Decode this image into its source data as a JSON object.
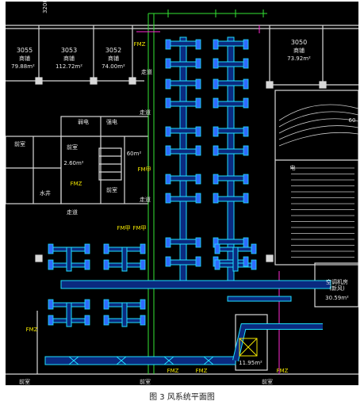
{
  "caption": "图 3 风系统平面图",
  "dimension_top": "3200",
  "rooms": [
    {
      "id": "r3055",
      "number": "3055",
      "use": "商铺",
      "area": "79.88m²"
    },
    {
      "id": "r3053",
      "number": "3053",
      "use": "商铺",
      "area": "112.72m²"
    },
    {
      "id": "r3052",
      "number": "3052",
      "use": "商铺",
      "area": "74.00m²"
    },
    {
      "id": "r3050",
      "number": "3050",
      "use": "商铺",
      "area": "73.92m²"
    }
  ],
  "labels": {
    "corridor_1": "走道",
    "corridor_2": "走道",
    "corridor_3": "走道",
    "corridor_4": "走道",
    "weak_elec_room": "弱电",
    "strong_elec_room": "强电",
    "front_room_1": "前室",
    "front_room_2": "前室",
    "front_room_3": "前室",
    "front_room_4": "前室",
    "front_room_5": "前室",
    "front_room_6": "前室",
    "water_well": "水井",
    "elec_room": "电",
    "area_side": "2.60m²",
    "area_60": "60m²",
    "ahu_room": "空调机房\n(新风)",
    "ahu_area": "30.59m²",
    "lower_room_area": "11.95m²",
    "right_partial": "60",
    "fmz_1": "FMZ",
    "fmz_2": "FMZ",
    "fmz_3": "FMZ",
    "fmz_4": "FMZ",
    "fmz_5": "FMZ",
    "fmz_6": "FMZ",
    "fmjia_1": "FM甲",
    "fmjia_2": "FM甲",
    "fmjia_3": "FM甲"
  },
  "colors": {
    "background": "#000000",
    "walls": "#d8d8d8",
    "duct_outline": "#1ee0ff",
    "duct_fill": "#0a2a80",
    "diffuser": "#2f6bff",
    "grid_line": "#33e633",
    "accent": "#ff2ad4",
    "text_yellow": "#f2e600"
  }
}
